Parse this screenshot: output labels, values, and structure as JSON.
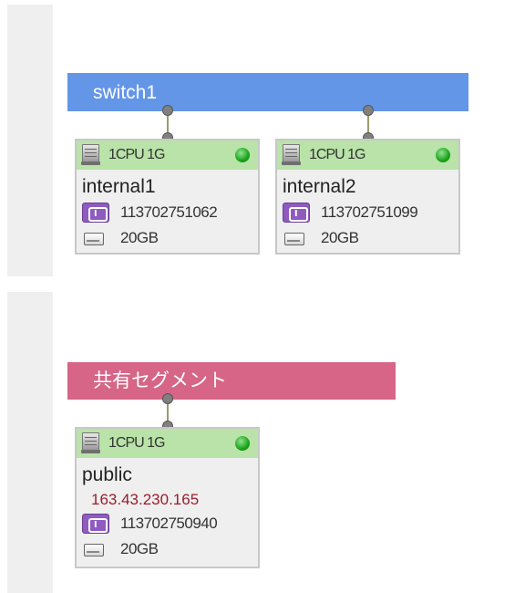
{
  "networks": {
    "switch": {
      "name": "switch1",
      "color": "#6496e8"
    },
    "shared": {
      "name": "共有セグメント",
      "color": "#d66588"
    }
  },
  "servers": [
    {
      "spec": "1CPU 1G",
      "name": "internal1",
      "ip": "",
      "id": "113702751062",
      "disk": "20GB",
      "status_color": "#19a319"
    },
    {
      "spec": "1CPU 1G",
      "name": "internal2",
      "ip": "",
      "id": "113702751099",
      "disk": "20GB",
      "status_color": "#19a319"
    },
    {
      "spec": "1CPU 1G",
      "name": "public",
      "ip": "163.43.230.165",
      "id": "113702750940",
      "disk": "20GB",
      "status_color": "#19a319"
    }
  ],
  "colors": {
    "card_header": "#b9e3a8",
    "ip_text": "#9b1c2c"
  },
  "icons": [
    "server-icon",
    "status-indicator-icon",
    "info-id-icon",
    "disk-icon"
  ]
}
